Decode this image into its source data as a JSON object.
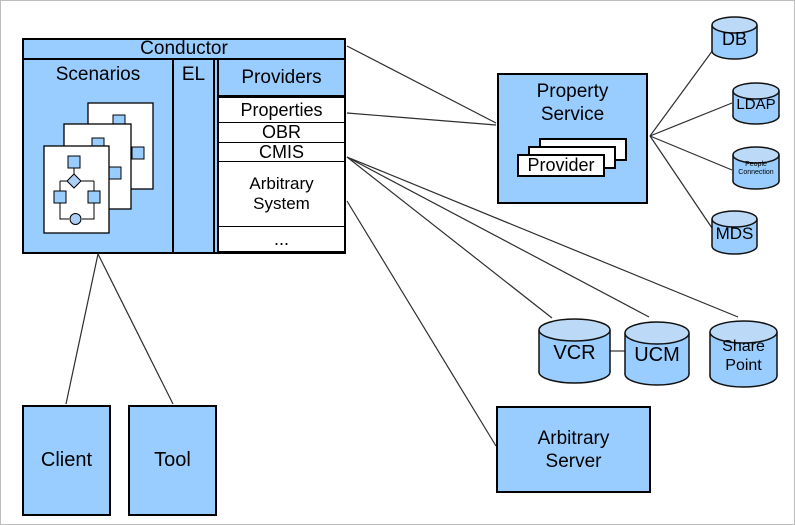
{
  "conductor": {
    "title": "Conductor",
    "scenarios_label": "Scenarios",
    "el_label": "EL",
    "providers_label": "Providers",
    "provider_rows": [
      "Properties",
      "OBR",
      "CMIS",
      "Arbitrary System",
      "..."
    ]
  },
  "property_service": {
    "label": "Property Service",
    "provider_card_label": "Provider"
  },
  "datastores": {
    "db": "DB",
    "ldap": "LDAP",
    "people_connection": "People Connection",
    "mds": "MDS"
  },
  "repositories": {
    "vcr": "VCR",
    "ucm": "UCM",
    "share_point": "Share Point"
  },
  "arbitrary_server_label": "Arbitrary Server",
  "client_label": "Client",
  "tool_label": "Tool",
  "colors": {
    "shape_fill": "#99CCFF",
    "cylinder_top_fill": "#BCDAF8",
    "outline": "#000000",
    "connector": "#2E2E2E"
  }
}
